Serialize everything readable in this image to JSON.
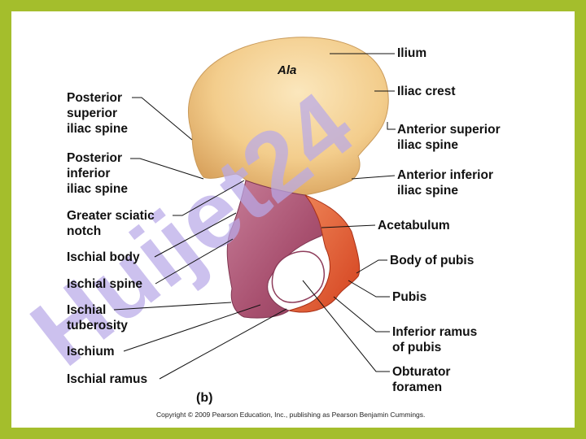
{
  "colors": {
    "border": "#a4be2c",
    "ilium": "#f3cd8c",
    "ischium": "#b35c7c",
    "pubis": "#e0502c",
    "watermark": "#b9a9e8"
  },
  "region_label": "Ala",
  "figure_label": "(b)",
  "copyright": "Copyright © 2009 Pearson Education, Inc., publishing as Pearson Benjamin Cummings.",
  "watermark": "Huijet24",
  "labels_left": [
    "Posterior\nsuperior\niliac spine",
    "Posterior\ninferior\niliac spine",
    "Greater sciatic\nnotch",
    "Ischial body",
    "Ischial spine",
    "Ischial\ntuberosity",
    "Ischium",
    "Ischial ramus"
  ],
  "labels_right": [
    "Ilium",
    "Iliac crest",
    "Anterior superior\niliac spine",
    "Anterior inferior\niliac spine",
    "Acetabulum",
    "Body of pubis",
    "Pubis",
    "Inferior ramus\nof pubis",
    "Obturator\nforamen"
  ]
}
